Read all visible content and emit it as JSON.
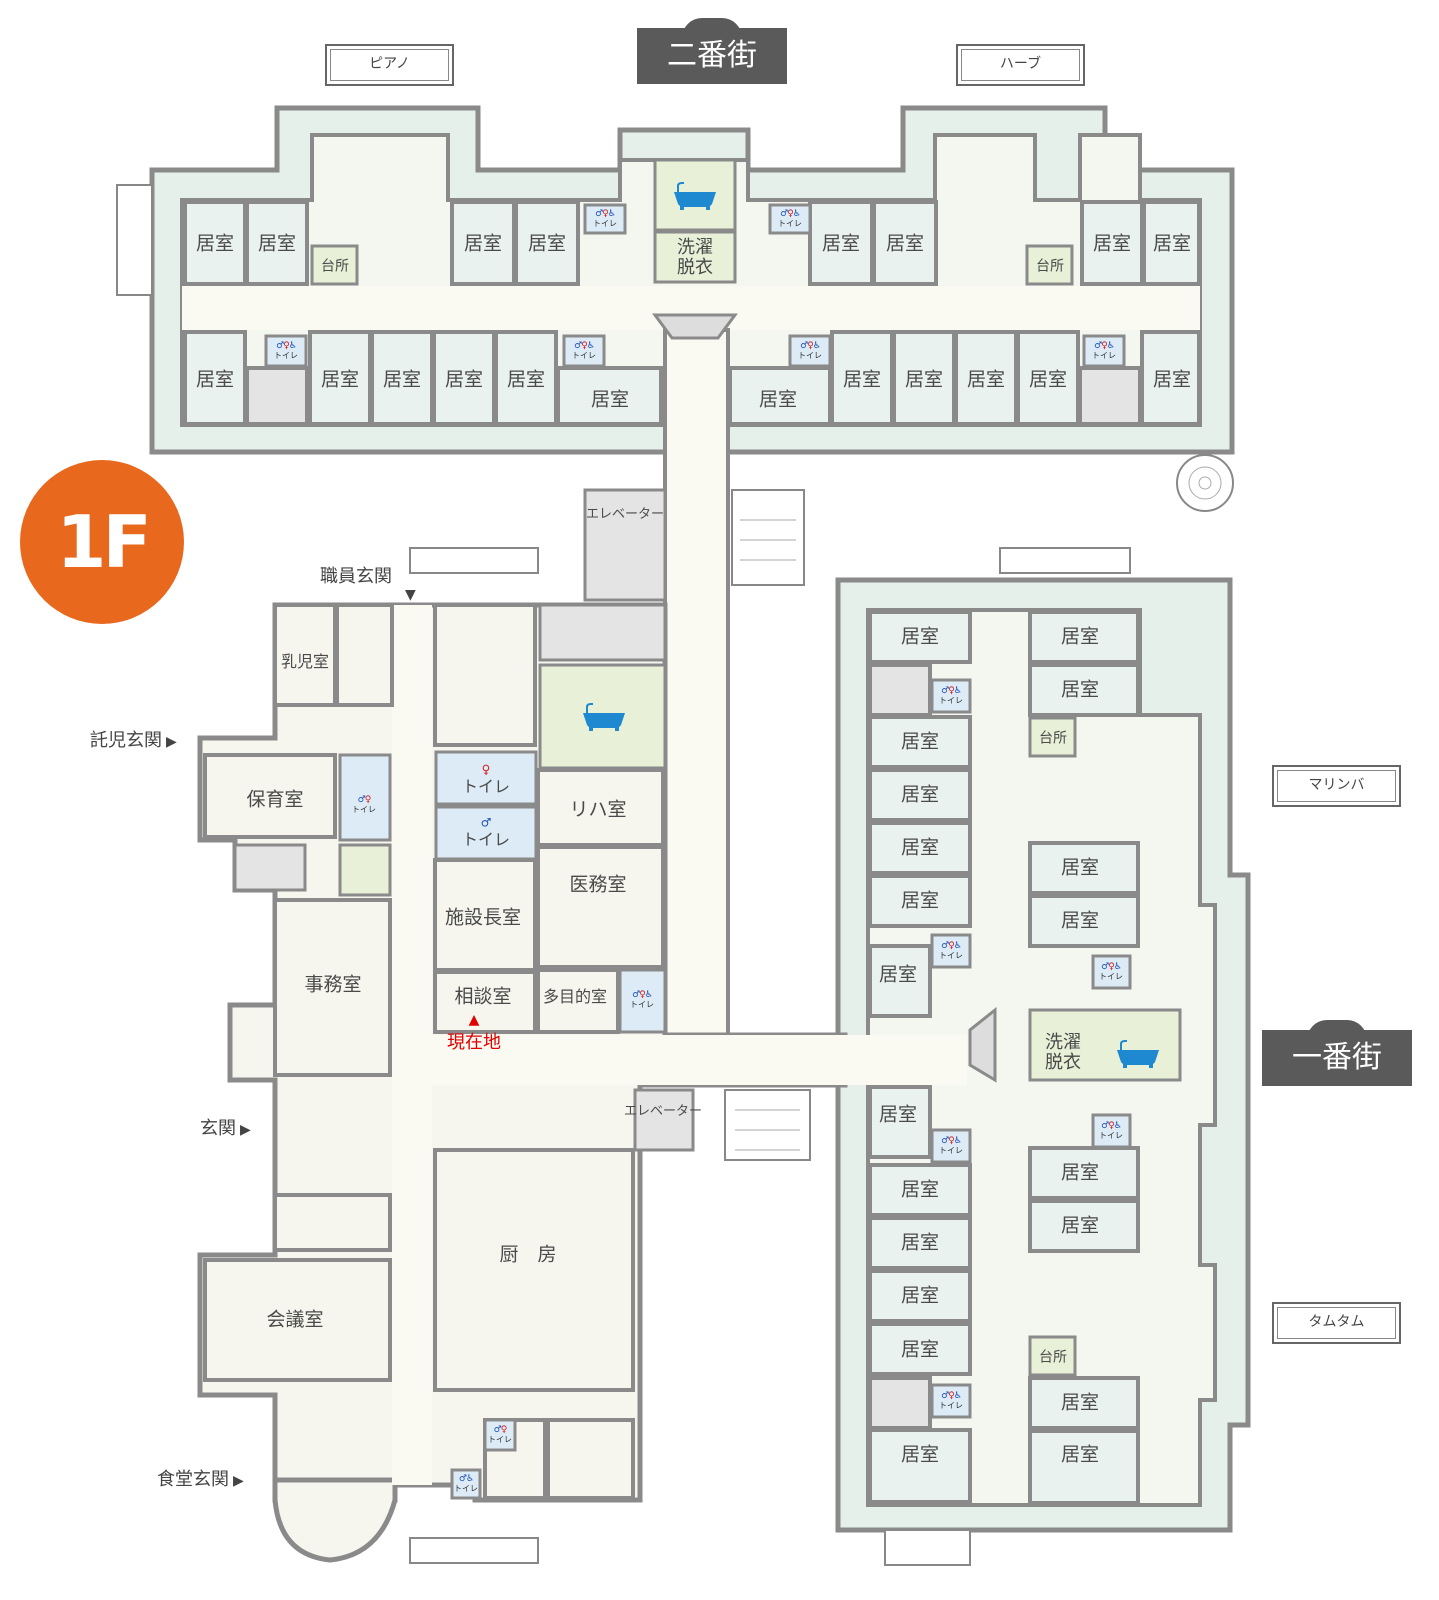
{
  "floor_badge": "1F",
  "wings": {
    "second_street": "二番街",
    "first_street": "一番街"
  },
  "unit_tags": {
    "piano": "ピアノ",
    "herb": "ハーブ",
    "marimba": "マリンバ",
    "tamtam": "タムタム"
  },
  "entrances": {
    "staff": "職員玄関",
    "childcare": "託児玄関",
    "main": "玄関",
    "dining": "食堂玄関"
  },
  "current_location": "現在地",
  "labels": {
    "room": "居室",
    "kitchenette": "台所",
    "laundry": "洗濯\n脱衣",
    "toilet": "トイレ",
    "elevator": "エレベーター",
    "infant_room": "乳児室",
    "nursery": "保育室",
    "office": "事務室",
    "meeting_room": "会議室",
    "rehab_room": "リハ室",
    "medical_office": "医務室",
    "director_room": "施設長室",
    "consultation_room": "相談室",
    "multipurpose_room": "多目的室",
    "kitchen": "厨　房"
  },
  "colors": {
    "wall": "#8a8a8a",
    "floor": "#f2f6ef",
    "outer": "#e4efe9",
    "corridor": "#fafaf2",
    "bath_room": "#e8f0d8",
    "toilet_room": "#dcebf5",
    "grey_room": "#e4e4e4",
    "badge": "#e8691e",
    "accent_red": "#e00000"
  }
}
